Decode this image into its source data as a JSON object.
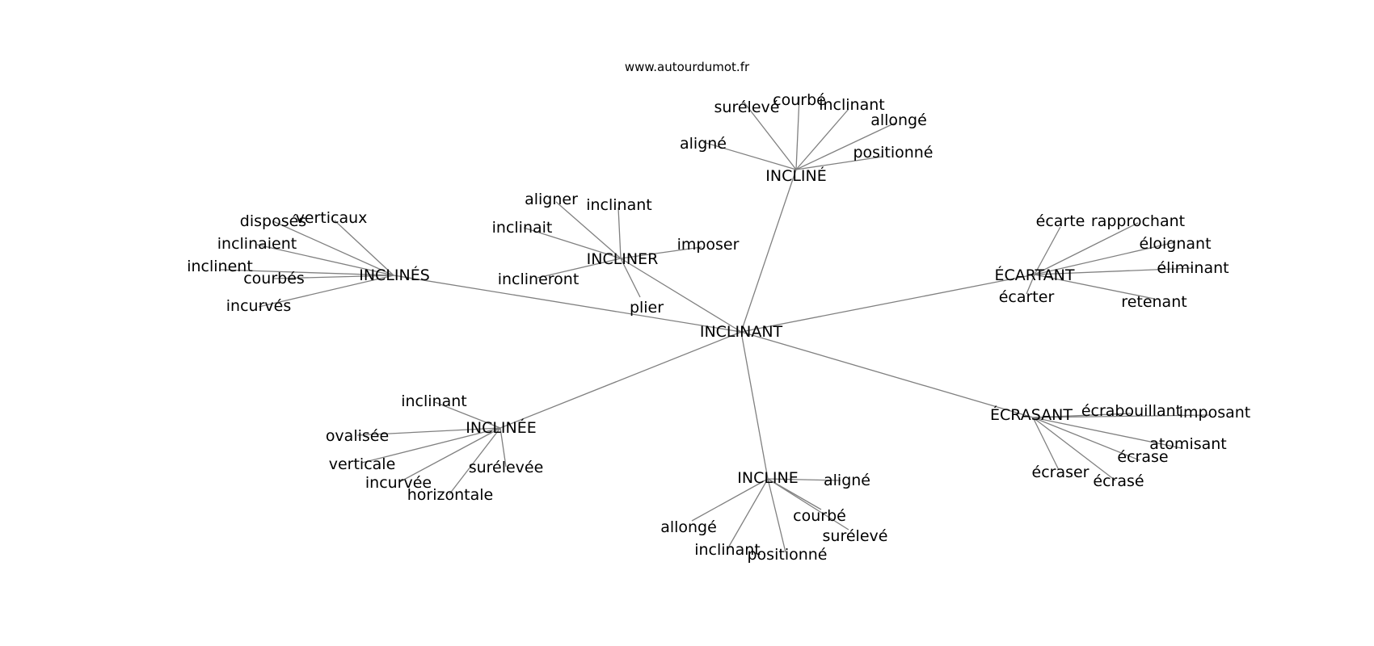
{
  "site": "www.autourdumot.fr",
  "graph": {
    "center": "INCLINANT",
    "groups": [
      {
        "hub": "INCLINÉ",
        "leaves": [
          "surélevé",
          "courbé",
          "inclinant",
          "allongé",
          "aligné",
          "positionné"
        ]
      },
      {
        "hub": "INCLINER",
        "leaves": [
          "aligner",
          "inclinant",
          "inclinait",
          "imposer",
          "inclineront",
          "plier"
        ]
      },
      {
        "hub": "INCLINÉS",
        "leaves": [
          "disposés",
          "verticaux",
          "inclinaient",
          "inclinent",
          "courbés",
          "incurvés"
        ]
      },
      {
        "hub": "ÉCARTANT",
        "leaves": [
          "écarte",
          "rapprochant",
          "éloignant",
          "éliminant",
          "écarter",
          "retenant"
        ]
      },
      {
        "hub": "INCLINÉE",
        "leaves": [
          "inclinant",
          "ovalisée",
          "verticale",
          "incurvée",
          "horizontale",
          "surélevée"
        ]
      },
      {
        "hub": "INCLINE",
        "leaves": [
          "aligné",
          "courbé",
          "surélevé",
          "allongé",
          "inclinant",
          "positionné"
        ]
      },
      {
        "hub": "ÉCRASANT",
        "leaves": [
          "écrabouillant",
          "imposant",
          "atomisant",
          "écrase",
          "écraser",
          "écrasé"
        ]
      }
    ]
  }
}
